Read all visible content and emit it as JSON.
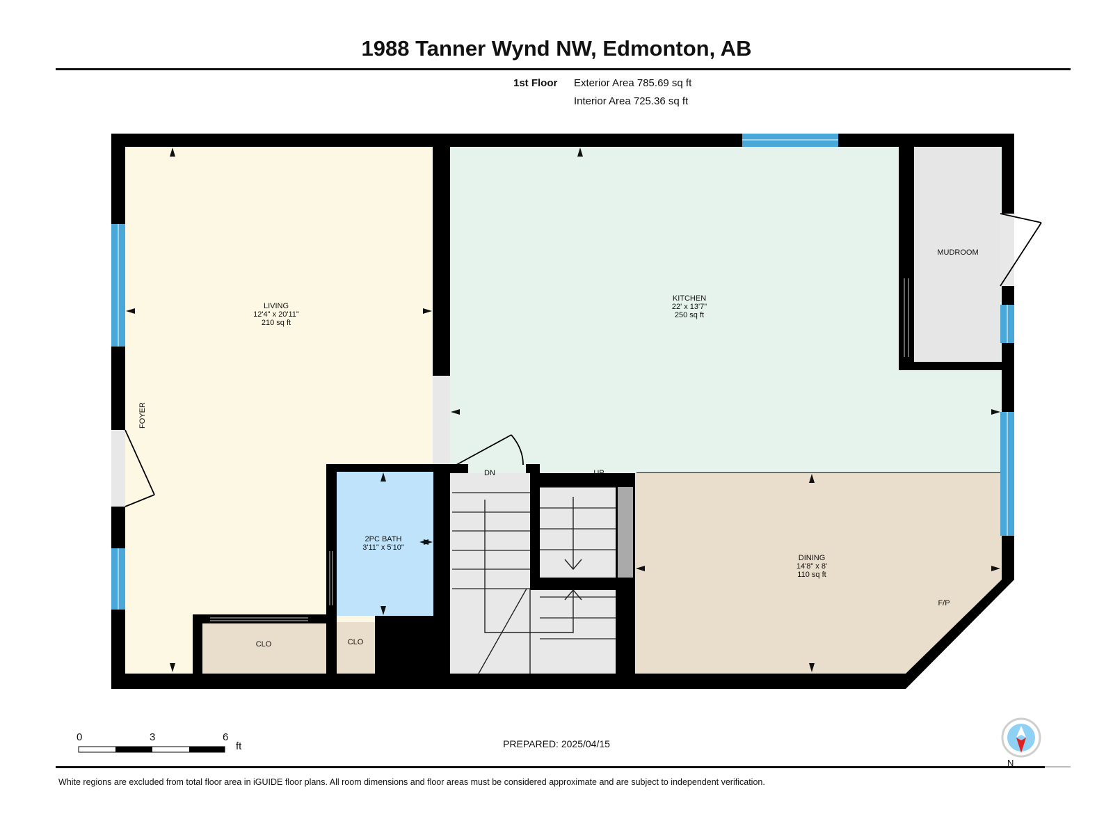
{
  "title": "1988 Tanner Wynd NW, Edmonton, AB",
  "floor": {
    "name": "1st Floor",
    "exterior_area": "Exterior Area 785.69 sq ft",
    "interior_area": "Interior Area 725.36 sq ft"
  },
  "rooms": {
    "living": {
      "name": "LIVING",
      "dims": "12'4\" x 20'11\"",
      "area": "210 sq ft"
    },
    "kitchen": {
      "name": "KITCHEN",
      "dims": "22' x 13'7\"",
      "area": "250 sq ft"
    },
    "dining": {
      "name": "DINING",
      "dims": "14'8\" x 8'",
      "area": "110 sq ft"
    },
    "bath": {
      "name": "2PC BATH",
      "dims": "3'11\" x 5'10\""
    },
    "mudroom": {
      "name": "MUDROOM"
    },
    "foyer": {
      "name": "FOYER"
    },
    "closet1": {
      "name": "CLO"
    },
    "closet2": {
      "name": "CLO"
    },
    "fireplace": {
      "name": "F/P"
    },
    "stairs_down": {
      "name": "DN"
    },
    "stairs_up": {
      "name": "UP"
    }
  },
  "colors": {
    "living": "#fdf8e4",
    "kitchen": "#e5f3ec",
    "dining": "#e9ddcb",
    "bath": "#bfe3fb",
    "mudroom": "#e6e6e6",
    "closet": "#e9ddcb",
    "stairs": "#e8e8e8",
    "wall": "#000000",
    "window": "#4aa8d8"
  },
  "scale": {
    "ticks": [
      "0",
      "3",
      "6"
    ],
    "unit": "ft"
  },
  "prepared": "PREPARED: 2025/04/15",
  "north_label": "N",
  "footer": "White regions are excluded from total floor area in iGUIDE floor plans. All room dimensions and floor areas must be considered approximate and are subject to independent verification."
}
